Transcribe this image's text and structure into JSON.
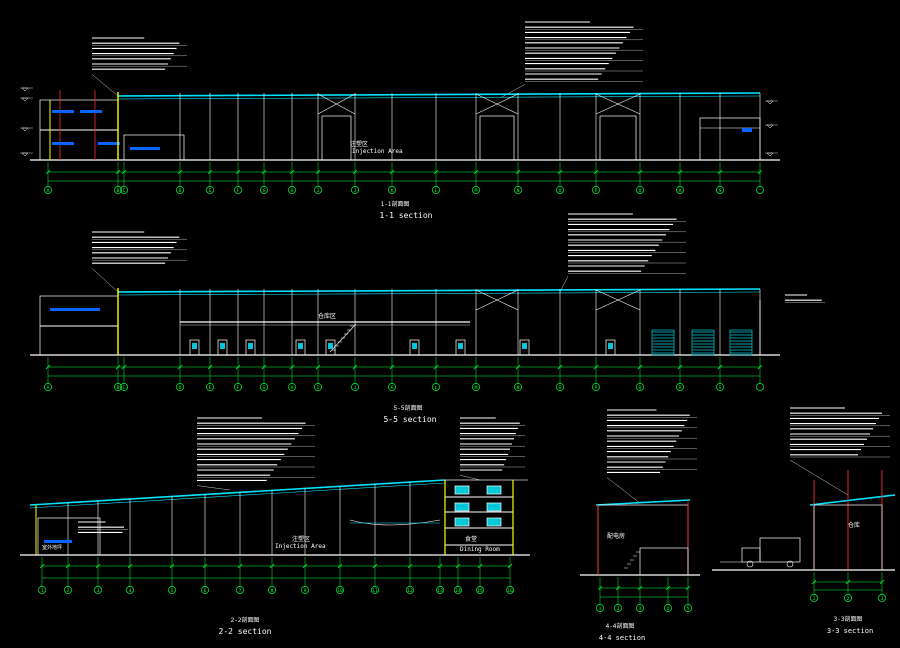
{
  "colors": {
    "background": "#000000",
    "wall": "#ffffff",
    "roof": "#00e5ff",
    "grid": "#00ff3c",
    "column": "#ff2a2a",
    "accent": "#ffff00",
    "fill_blue": "#0a64ff",
    "door_cyan": "#00c8d8"
  },
  "sections": [
    {
      "key": "s11",
      "title_cn": "1-1剖面图",
      "title_en": "1-1 section",
      "area_cn": "注塑区",
      "area_en": "Injection Area",
      "axis_labels": [
        "A",
        "B",
        "C",
        "D",
        "E",
        "F",
        "G",
        "H",
        "I",
        "J",
        "K",
        "L",
        "M",
        "N",
        "O",
        "P",
        "Q",
        "R",
        "S"
      ]
    },
    {
      "key": "s55",
      "title_cn": "5-5剖面图",
      "title_en": "5-5 section",
      "area_cn": "仓库区",
      "axis_labels": [
        "A",
        "B",
        "C",
        "D",
        "E",
        "F",
        "G",
        "H",
        "I",
        "J",
        "K",
        "L",
        "M",
        "N",
        "O",
        "P",
        "Q",
        "R",
        "S"
      ]
    },
    {
      "key": "s22",
      "title_cn": "2-2剖面图",
      "title_en": "2-2 section",
      "area_cn": "注塑区",
      "area_en": "Injection Area",
      "room_cn": "食堂",
      "room_en": "Dining Room",
      "note_cn": "室外地坪",
      "axis_labels": [
        "1",
        "2",
        "3",
        "4",
        "5",
        "6",
        "7",
        "8",
        "9",
        "10",
        "11",
        "12",
        "13",
        "14",
        "15",
        "16"
      ]
    },
    {
      "key": "s44",
      "title_cn": "4-4剖面图",
      "title_en": "4-4 section",
      "room_cn": "配电房",
      "axis_labels": [
        "1",
        "2",
        "3",
        "4",
        "5"
      ]
    },
    {
      "key": "s33",
      "title_cn": "3-3剖面图",
      "title_en": "3-3 section",
      "room_cn": "仓库",
      "axis_labels": [
        "1",
        "2",
        "3"
      ]
    }
  ]
}
